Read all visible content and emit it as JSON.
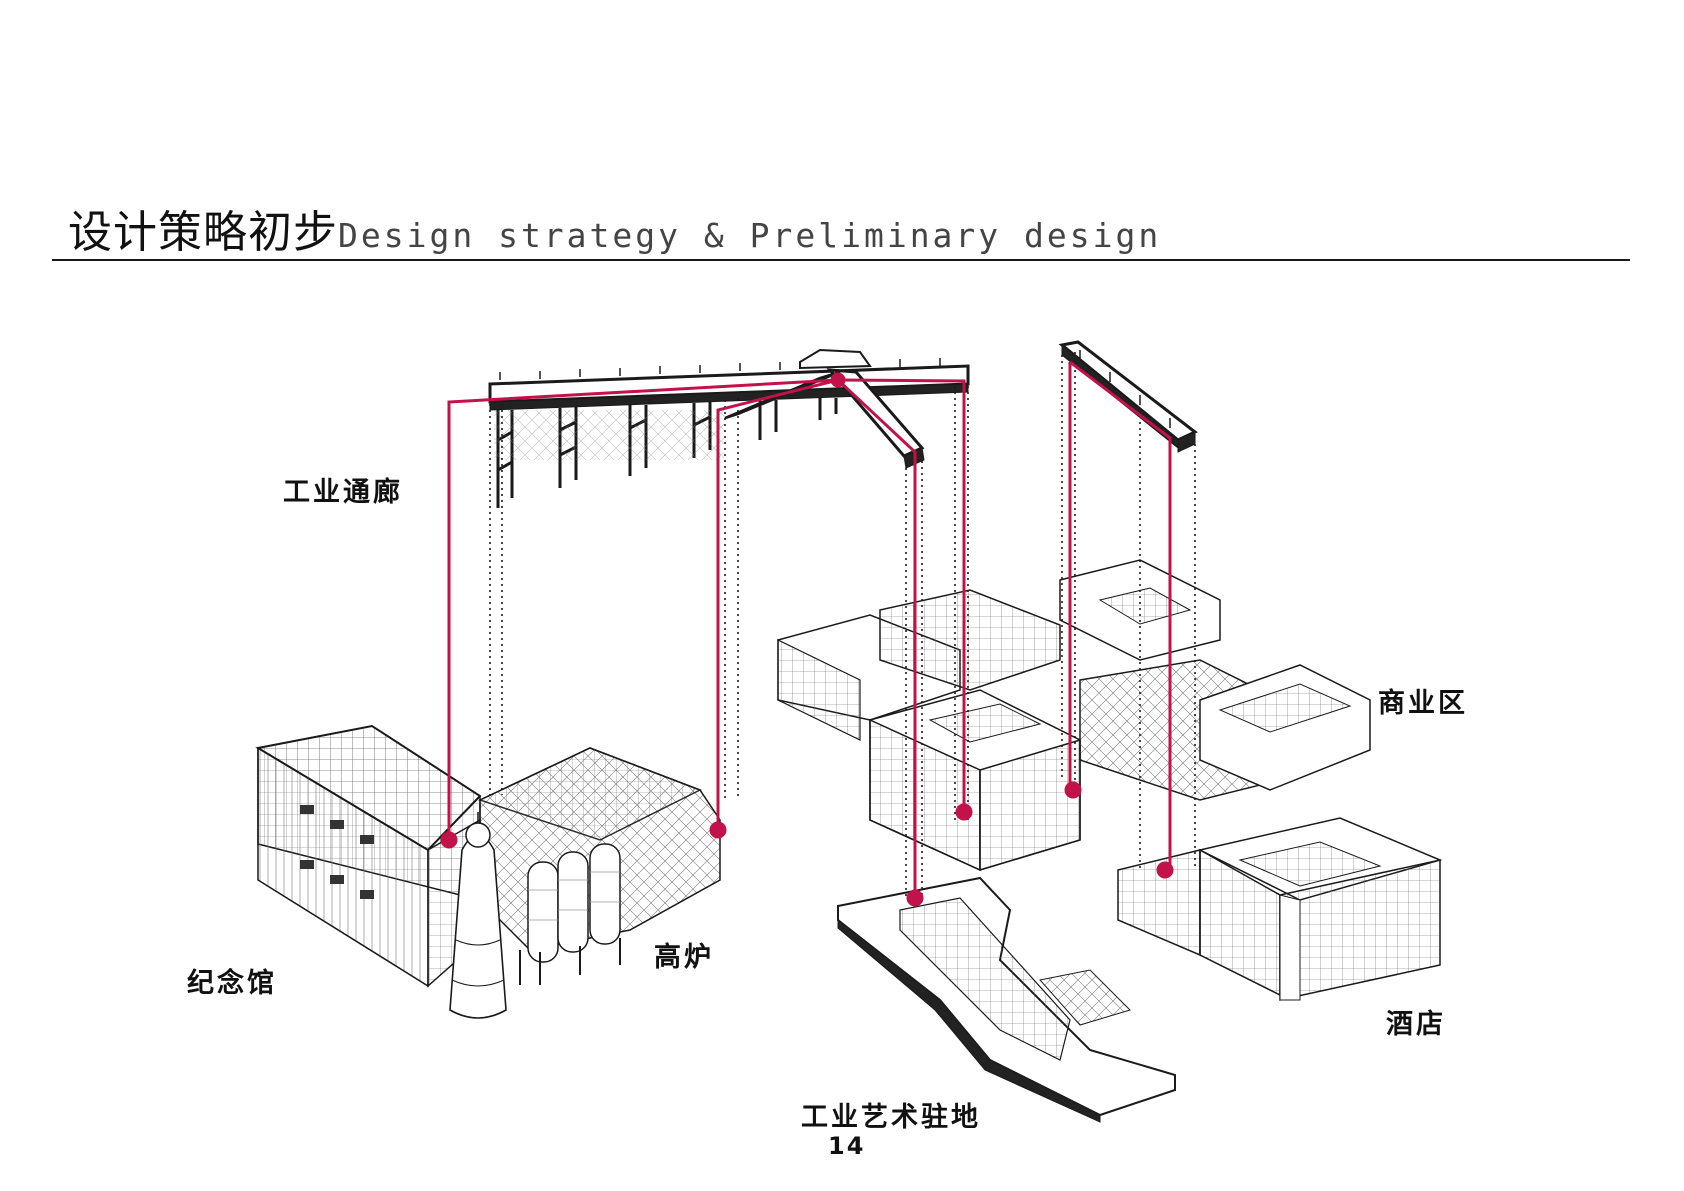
{
  "header": {
    "title_cn": "设计策略初步",
    "title_en": "Design strategy & Preliminary design"
  },
  "labels": {
    "corridor": "工业通廊",
    "memorial": "纪念馆",
    "furnace": "高炉",
    "commercial": "商业区",
    "hotel": "酒店",
    "art_base": "工业艺术驻地"
  },
  "page_number": "14",
  "colors": {
    "accent": "#c2124a",
    "line": "#1a1a1a",
    "background": "#ffffff"
  }
}
